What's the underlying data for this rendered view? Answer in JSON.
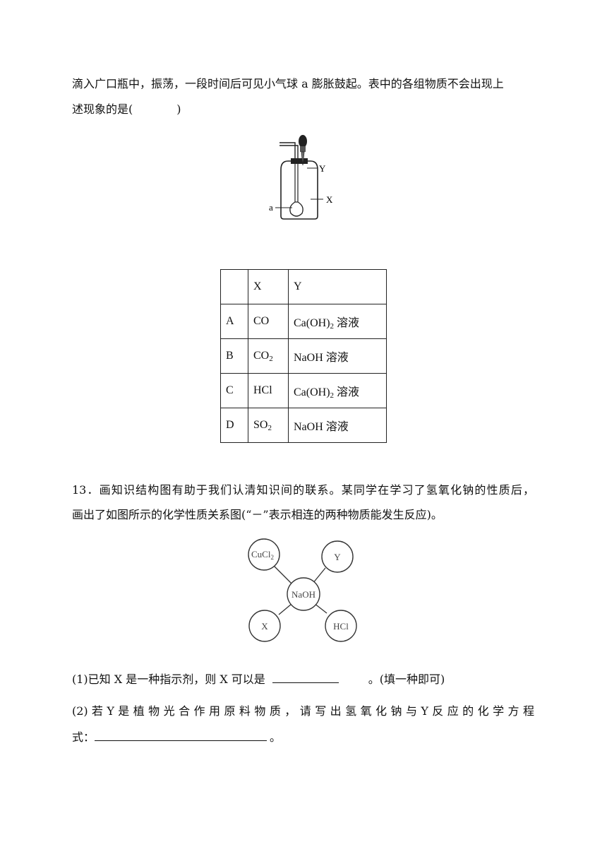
{
  "q12": {
    "stem_line1": "滴入广口瓶中，振荡，一段时间后可见小气球 a 膨胀鼓起。表中的各组物质不会出现上",
    "stem_line2": "述现象的是(",
    "stem_paren_close": ")",
    "figure": {
      "label_y": "Y",
      "label_x": "X",
      "label_a": "a"
    },
    "table": {
      "headers": [
        "",
        "X",
        "Y"
      ],
      "rows": [
        {
          "opt": "A",
          "x": "CO",
          "x_sub": "",
          "y_pre": "Ca(OH)",
          "y_sub": "2",
          "y_post": " 溶液"
        },
        {
          "opt": "B",
          "x": "CO",
          "x_sub": "2",
          "y_pre": "NaOH 溶液",
          "y_sub": "",
          "y_post": ""
        },
        {
          "opt": "C",
          "x": "HCl",
          "x_sub": "",
          "y_pre": "Ca(OH)",
          "y_sub": "2",
          "y_post": " 溶液"
        },
        {
          "opt": "D",
          "x": "SO",
          "x_sub": "2",
          "y_pre": "NaOH 溶液",
          "y_sub": "",
          "y_post": ""
        }
      ]
    }
  },
  "q13": {
    "line1": "13．画知识结构图有助于我们认清知识间的联系。某同学在学习了氢氧化钠的性质后，",
    "line2": "画出了如图所示的化学性质关系图(“－”表示相连的两种物质能发生反应)。",
    "diagram": {
      "center": "NaOH",
      "top_left": "CuCl",
      "top_left_sub": "2",
      "top_right": "Y",
      "bottom_left": "X",
      "bottom_right": "HCl"
    },
    "sub1_pre": "(1)已知 X 是一种指示剂，则 X 可以是",
    "sub1_post": "。(填一种即可)",
    "sub2_line1": "(2) 若 Y 是 植 物 光 合 作 用 原 料 物 质 ， 请 写 出 氢 氧 化 钠 与 Y 反 应 的 化 学 方 程",
    "sub2_pre": "式：",
    "sub2_post": "。"
  }
}
